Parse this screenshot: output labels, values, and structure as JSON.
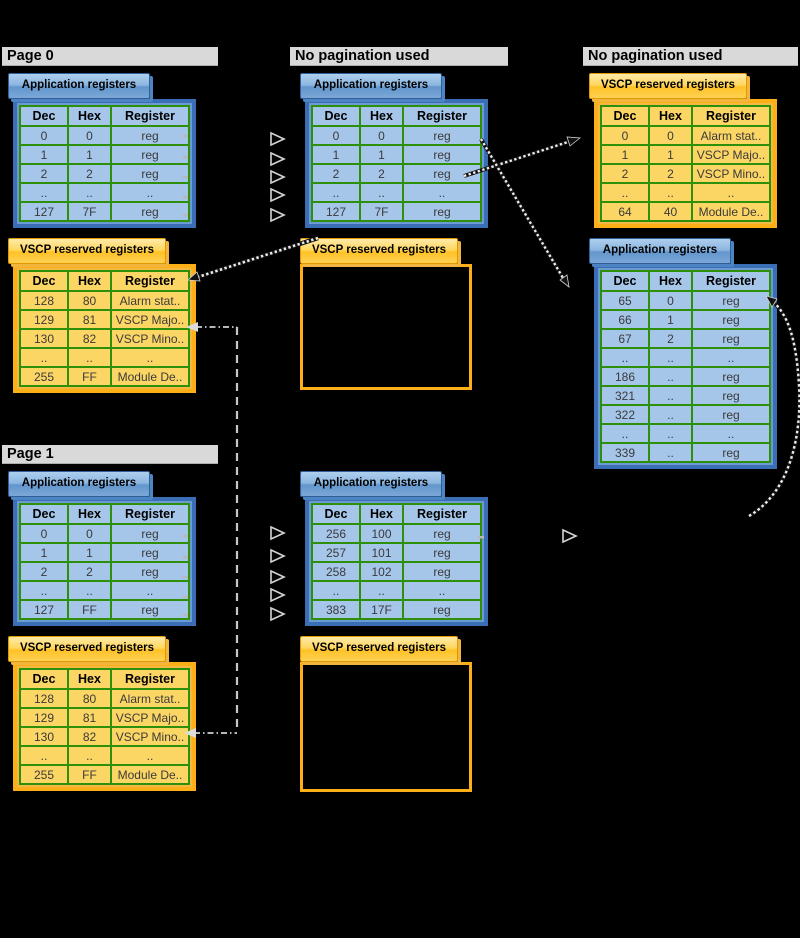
{
  "titles": {
    "page0": "Page 0",
    "page1": "Page 1",
    "no_pagination_mid": "No pagination used",
    "no_pagination_right": "No pagination used"
  },
  "labels": {
    "app_tab": "Application registers",
    "vscp_tab": "VSCP reserved registers"
  },
  "table_headers": [
    "Dec",
    "Hex",
    "Register"
  ],
  "tables": {
    "p0_app": [
      [
        "0",
        "0",
        "reg"
      ],
      [
        "1",
        "1",
        "reg"
      ],
      [
        "2",
        "2",
        "reg"
      ],
      [
        "..",
        "..",
        ".."
      ],
      [
        "127",
        "7F",
        "reg"
      ]
    ],
    "p0_vscp": [
      [
        "128",
        "80",
        "Alarm stat.."
      ],
      [
        "129",
        "81",
        "VSCP Majo.."
      ],
      [
        "130",
        "82",
        "VSCP Mino.."
      ],
      [
        "..",
        "..",
        ".."
      ],
      [
        "255",
        "FF",
        "Module De.."
      ]
    ],
    "p1_app": [
      [
        "0",
        "0",
        "reg"
      ],
      [
        "1",
        "1",
        "reg"
      ],
      [
        "2",
        "2",
        "reg"
      ],
      [
        "..",
        "..",
        ".."
      ],
      [
        "127",
        "FF",
        "reg"
      ]
    ],
    "p1_vscp": [
      [
        "128",
        "80",
        "Alarm stat.."
      ],
      [
        "129",
        "81",
        "VSCP Majo.."
      ],
      [
        "130",
        "82",
        "VSCP Mino.."
      ],
      [
        "..",
        "..",
        ".."
      ],
      [
        "255",
        "FF",
        "Module De.."
      ]
    ],
    "mid_top_app": [
      [
        "0",
        "0",
        "reg"
      ],
      [
        "1",
        "1",
        "reg"
      ],
      [
        "2",
        "2",
        "reg"
      ],
      [
        "..",
        "..",
        ".."
      ],
      [
        "127",
        "7F",
        "reg"
      ]
    ],
    "mid_bottom_app": [
      [
        "256",
        "100",
        "reg"
      ],
      [
        "257",
        "101",
        "reg"
      ],
      [
        "258",
        "102",
        "reg"
      ],
      [
        "..",
        "..",
        ".."
      ],
      [
        "383",
        "17F",
        "reg"
      ]
    ],
    "right_vscp": [
      [
        "0",
        "0",
        "Alarm stat.."
      ],
      [
        "1",
        "1",
        "VSCP Majo.."
      ],
      [
        "2",
        "2",
        "VSCP Mino.."
      ],
      [
        "..",
        "..",
        ".."
      ],
      [
        "64",
        "40",
        "Module De.."
      ]
    ],
    "right_app": [
      [
        "65",
        "0",
        "reg"
      ],
      [
        "66",
        "1",
        "reg"
      ],
      [
        "67",
        "2",
        "reg"
      ],
      [
        "..",
        "..",
        ".."
      ],
      [
        "186",
        "..",
        "reg"
      ],
      [
        "321",
        "..",
        "reg"
      ],
      [
        "322",
        "..",
        "reg"
      ],
      [
        "..",
        "..",
        ".."
      ],
      [
        "339",
        "..",
        "reg"
      ]
    ]
  },
  "icons": {
    "flow_chevron_icon": "▷"
  },
  "colors": {
    "background": "#000000",
    "section_header_bar": "#d9d9d9",
    "app_tab_blue": "#6296cd",
    "app_table_cell": "#a5c6e9",
    "app_table_border": "#3b6fb5",
    "vscp_tab_orange": "#ffc226",
    "vscp_table_cell": "#fcd664",
    "vscp_table_border": "#fcaf17",
    "grid_green": "#2e8f0a"
  }
}
